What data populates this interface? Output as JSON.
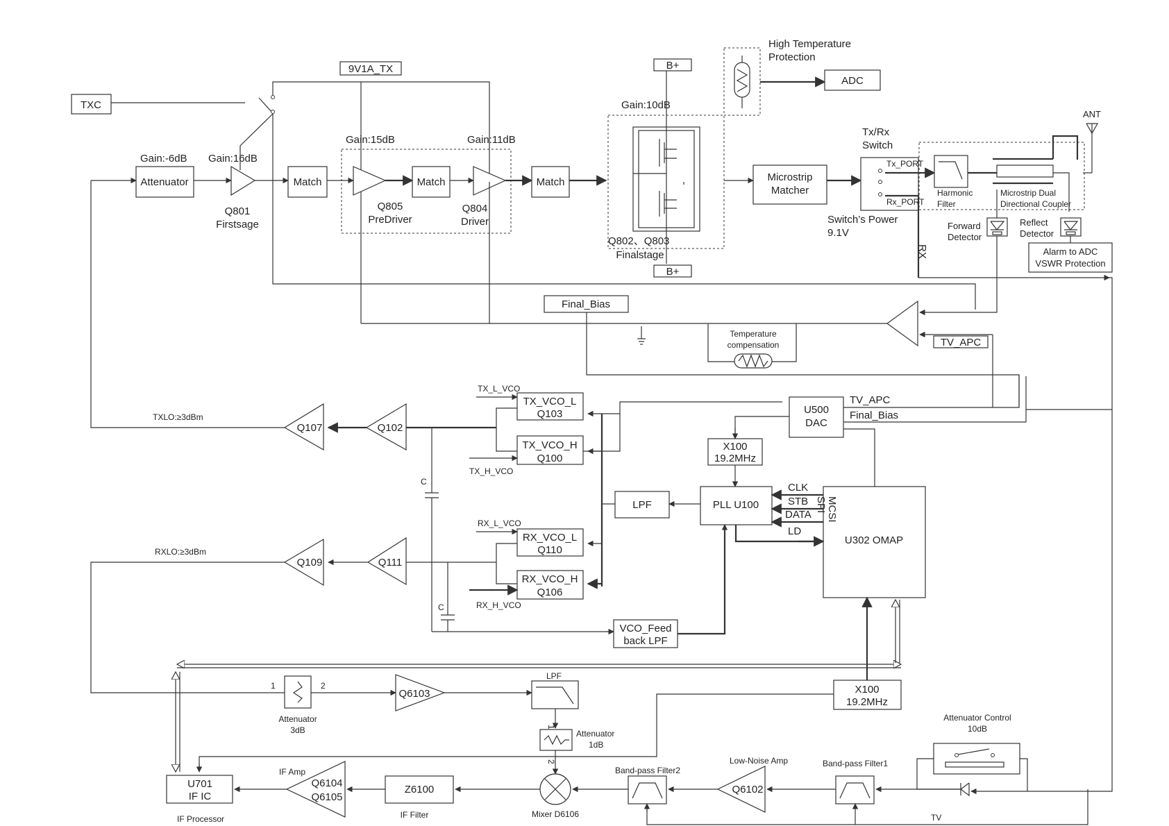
{
  "labels": {
    "txc": "TXC",
    "v9v1a": "9V1A_TX",
    "high_temp": [
      "High Temperature",
      "Protection"
    ],
    "adc": "ADC",
    "bplus_top": "B+",
    "bplus_bottom": "B+",
    "gain_10": "Gain:10dB",
    "gain_m6": "Gain:-6dB",
    "gain_16": "Gain:16dB",
    "gain_15": "Gain:15dB",
    "gain_11": "Gain:11dB",
    "attenuator": "Attenuator",
    "match1": "Match",
    "match2": "Match",
    "match3": "Match",
    "q801": [
      "Q801",
      "Firstsage"
    ],
    "q805": [
      "Q805",
      "PreDriver"
    ],
    "q804": [
      "Q804",
      "Driver"
    ],
    "q802": [
      "Q802、Q803",
      "Finalstage"
    ],
    "microstrip_matcher": [
      "Microstrip",
      "Matcher"
    ],
    "txrx_switch": [
      "Tx/Rx",
      "Switch"
    ],
    "tx_port": "Tx_PORT",
    "rx_port": "Rx_PORT",
    "switch_power": [
      "Switch’s Power",
      "9.1V"
    ],
    "harmonic_filter": [
      "Harmonic",
      "Filter"
    ],
    "coupler": [
      "Microstrip Dual",
      "Directional Coupler"
    ],
    "ant": "ANT",
    "forward_detector": [
      "Forward",
      "Detector"
    ],
    "reflect_detector": [
      "Reflect",
      "Detector"
    ],
    "alarm": [
      "Alarm to ADC",
      "VSWR Protection"
    ],
    "rx_vertical": "RX",
    "final_bias_box": "Final_Bias",
    "temp_comp": [
      "Temperature",
      "compensation"
    ],
    "tv_apc_box": "TV_APC",
    "tx_l_vco_in": "TX_L_VCO",
    "tx_vco_l": [
      "TX_VCO_L",
      "Q103"
    ],
    "tx_vco_h": [
      "TX_VCO_H",
      "Q100"
    ],
    "tx_h_vco_in": "TX_H_VCO",
    "rx_l_vco_in": "RX_L_VCO",
    "rx_vco_l": [
      "RX_VCO_L",
      "Q110"
    ],
    "rx_vco_h": [
      "RX_VCO_H",
      "Q106"
    ],
    "rx_h_vco_in": "RX_H_VCO",
    "u500": [
      "U500",
      "DAC"
    ],
    "tv_apc_sig": "TV_APC",
    "final_bias_sig": "Final_Bias",
    "x100_top": [
      "X100",
      "19.2MHz"
    ],
    "pll": "PLL U100",
    "lpf_box": "LPF",
    "clk": "CLK",
    "stb": "STB",
    "data_sig": "DATA",
    "ld": "LD",
    "mcsi_spi": [
      "MCSI",
      "SPI"
    ],
    "omap": "U302 OMAP",
    "txlo": "TXLO:≥3dBm",
    "rxlo": "RXLO:≥3dBm",
    "q107": "Q107",
    "q102": "Q102",
    "q109": "Q109",
    "q111": "Q111",
    "cap1": "C",
    "cap2": "C",
    "vco_feedback": [
      "VCO_Feed",
      "back LPF"
    ],
    "x100_bottom": [
      "X100",
      "19.2MHz"
    ],
    "pin1": "1",
    "pin2": "2",
    "att3db": [
      "Attenuator",
      "3dB"
    ],
    "q6103": "Q6103",
    "lpf_small": "LPF",
    "att1db": [
      "Attenuator",
      "1dB"
    ],
    "att1_pin1": "1",
    "att1_pin2": "2",
    "att_control": [
      "Attenuator Control",
      "10dB"
    ],
    "u701": [
      "U701",
      "IF IC"
    ],
    "if_processor": "IF Processor",
    "if_amp": "IF Amp",
    "q6104": [
      "Q6104",
      "Q6105"
    ],
    "z6100": "Z6100",
    "if_filter": "IF Filter",
    "mixer": "Mixer D6106",
    "bpf2": "Band-pass Filter2",
    "lna_label": "Low-Noise Amp",
    "q6102": "Q6102",
    "bpf1": "Band-pass Filter1",
    "tv": "TV"
  }
}
